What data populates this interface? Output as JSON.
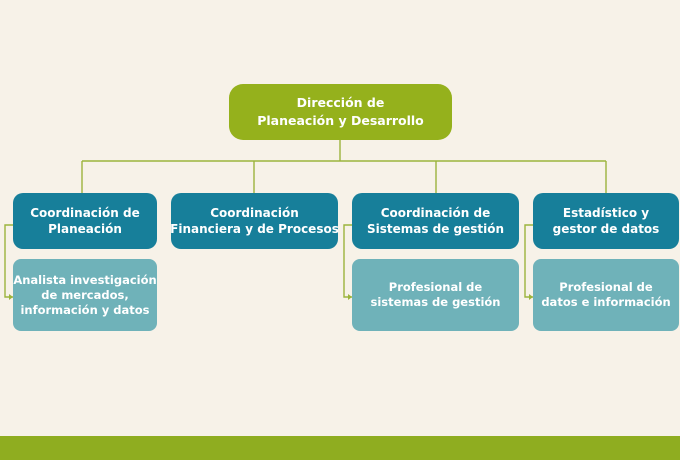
{
  "diagram": {
    "root": {
      "line1": "Dirección de",
      "line2": "Planeación y Desarrollo"
    },
    "coordinations": [
      {
        "line1": "Coordinación de",
        "line2": "Planeación"
      },
      {
        "line1": "Coordinación",
        "line2": "Financiera y de Procesos"
      },
      {
        "line1": "Coordinación de",
        "line2": "Sistemas de gestión"
      },
      {
        "line1": "Estadístico y",
        "line2": "gestor de datos"
      }
    ],
    "subunits": [
      {
        "line1": "Analista investigación",
        "line2": "de mercados,",
        "line3": "información y datos"
      },
      {
        "line1": "Profesional de",
        "line2": "sistemas de gestión"
      },
      {
        "line1": "Profesional de",
        "line2": "datos e información"
      }
    ]
  },
  "colors": {
    "background": "#f7f2e8",
    "root_fill": "#95b11c",
    "coordination_fill": "#177f9a",
    "subunit_fill": "#6fb2b9",
    "connector": "#9cb43c",
    "footer_band": "#8fad20"
  }
}
